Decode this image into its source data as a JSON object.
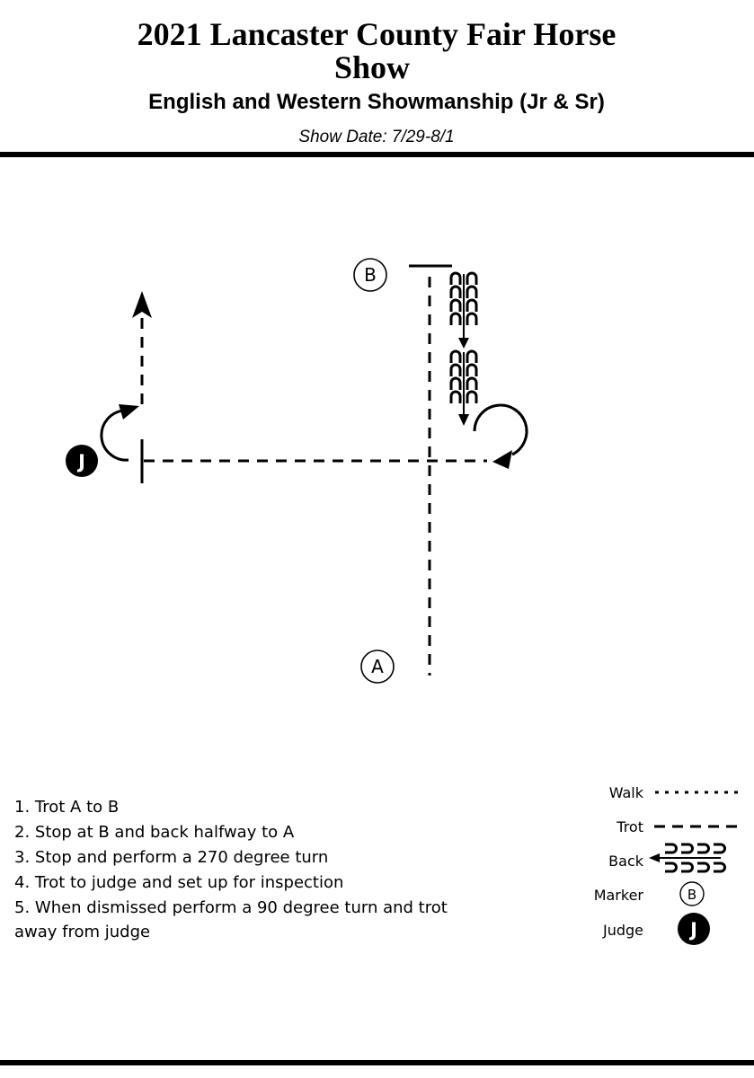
{
  "header": {
    "title_line1": "2021 Lancaster County Fair Horse",
    "title_line2": "Show",
    "subtitle": "English and Western Showmanship  (Jr & Sr)",
    "show_date": "Show Date: 7/29-8/1"
  },
  "diagram": {
    "marker_b": "B",
    "marker_a": "A",
    "judge": "J"
  },
  "instructions": [
    "1. Trot A to B",
    "2. Stop at B and back halfway to A",
    "3. Stop and perform a 270 degree turn",
    "4. Trot to judge and set up for inspection",
    "5. When dismissed perform a 90 degree turn and trot",
    "away from judge"
  ],
  "legend": {
    "walk": "Walk",
    "trot": "Trot",
    "back": "Back",
    "marker": "Marker",
    "marker_symbol": "B",
    "judge": "Judge",
    "judge_symbol": "J"
  }
}
